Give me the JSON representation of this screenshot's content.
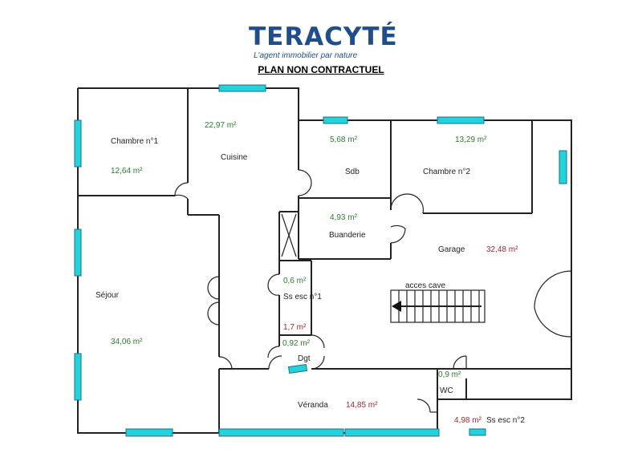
{
  "header": {
    "brand": "TERACYTÉ",
    "tagline": "L'agent immobilier par nature",
    "note": "PLAN NON CONTRACTUEL"
  },
  "rooms": {
    "chambre1": {
      "label": "Chambre n°1",
      "area": "12,64  m²"
    },
    "cuisine": {
      "label": "Cuisine",
      "area": "22,97  m²"
    },
    "sdb": {
      "label": "Sdb",
      "area": "5,68  m²"
    },
    "chambre2": {
      "label": "Chambre n°2",
      "area": "13,29  m²"
    },
    "buanderie": {
      "label": "Buanderie",
      "area": "4,93  m²"
    },
    "garage": {
      "label": "Garage",
      "area": "32,48  m²"
    },
    "acces_cave": {
      "label": "acces cave"
    },
    "sejour": {
      "label": "Séjour",
      "area": "34,06  m²"
    },
    "ss_esc1": {
      "label": "Ss esc n°1",
      "area": "0,6  m²",
      "area2": "1,7  m²"
    },
    "dgt": {
      "label": "Dgt",
      "area": "0,92  m²"
    },
    "wc": {
      "label": "WC",
      "area": "0,9  m²"
    },
    "veranda": {
      "label": "Véranda",
      "area": "14,85  m²"
    },
    "ss_esc2": {
      "label": "Ss esc n°2",
      "area": "4,98  m²"
    }
  },
  "colors": {
    "window": "#22d3dd",
    "brand": "#1f4e8a",
    "area_green": "#2f7a2f",
    "area_red": "#9b2c2c"
  }
}
